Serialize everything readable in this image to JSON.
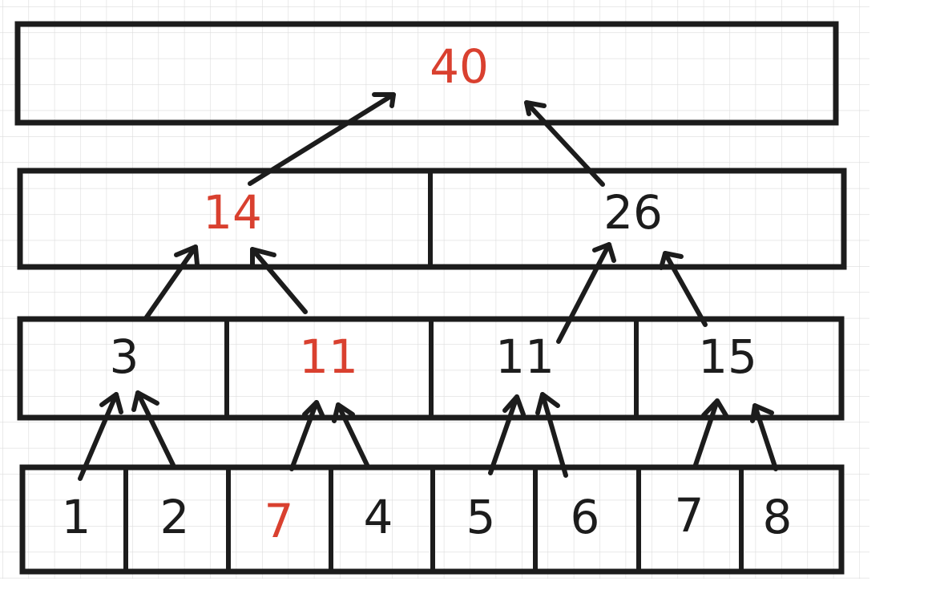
{
  "colors": {
    "ink": "#1c1c1c",
    "highlight": "#d9402f",
    "grid": "#dcdcdc"
  },
  "levels": [
    {
      "nodes": [
        {
          "value": "40",
          "highlight": true
        }
      ]
    },
    {
      "nodes": [
        {
          "value": "14",
          "highlight": true
        },
        {
          "value": "26",
          "highlight": false
        }
      ]
    },
    {
      "nodes": [
        {
          "value": "3",
          "highlight": false
        },
        {
          "value": "11",
          "highlight": true
        },
        {
          "value": "11",
          "highlight": false
        },
        {
          "value": "15",
          "highlight": false
        }
      ]
    },
    {
      "nodes": [
        {
          "value": "1",
          "highlight": false
        },
        {
          "value": "2",
          "highlight": false
        },
        {
          "value": "7",
          "highlight": true
        },
        {
          "value": "4",
          "highlight": false
        },
        {
          "value": "5",
          "highlight": false
        },
        {
          "value": "6",
          "highlight": false
        },
        {
          "value": "7",
          "highlight": false
        },
        {
          "value": "8",
          "highlight": false
        }
      ]
    }
  ]
}
